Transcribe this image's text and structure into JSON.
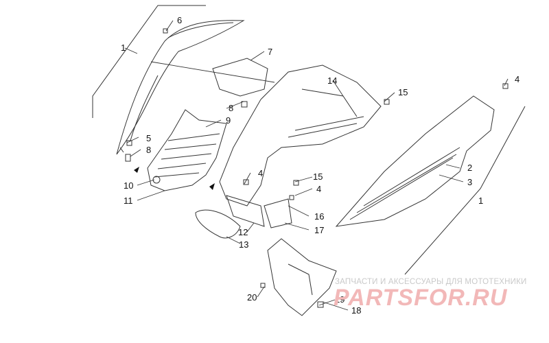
{
  "diagram": {
    "callouts": {
      "c1a": "1",
      "c1b": "1",
      "c2": "2",
      "c3": "3",
      "c4a": "4",
      "c4b": "4",
      "c4c": "4",
      "c5": "5",
      "c6": "6",
      "c7": "7",
      "c8a": "8",
      "c8b": "8",
      "c9": "9",
      "c10": "10",
      "c11": "11",
      "c12": "12",
      "c13": "13",
      "c14": "14",
      "c15a": "15",
      "c15b": "15",
      "c16": "16",
      "c17": "17",
      "c18": "18",
      "c19": "19",
      "c20": "20"
    },
    "watermark": {
      "tagline": "ЗАПЧАСТИ И АКСЕССУАРЫ ДЛЯ МОТОТЕХНИКИ",
      "logo": "PARTSFOR.RU"
    },
    "colors": {
      "line": "#333333",
      "watermark_text": "#c9c9c9",
      "watermark_logo": "#f2b8b8"
    }
  }
}
